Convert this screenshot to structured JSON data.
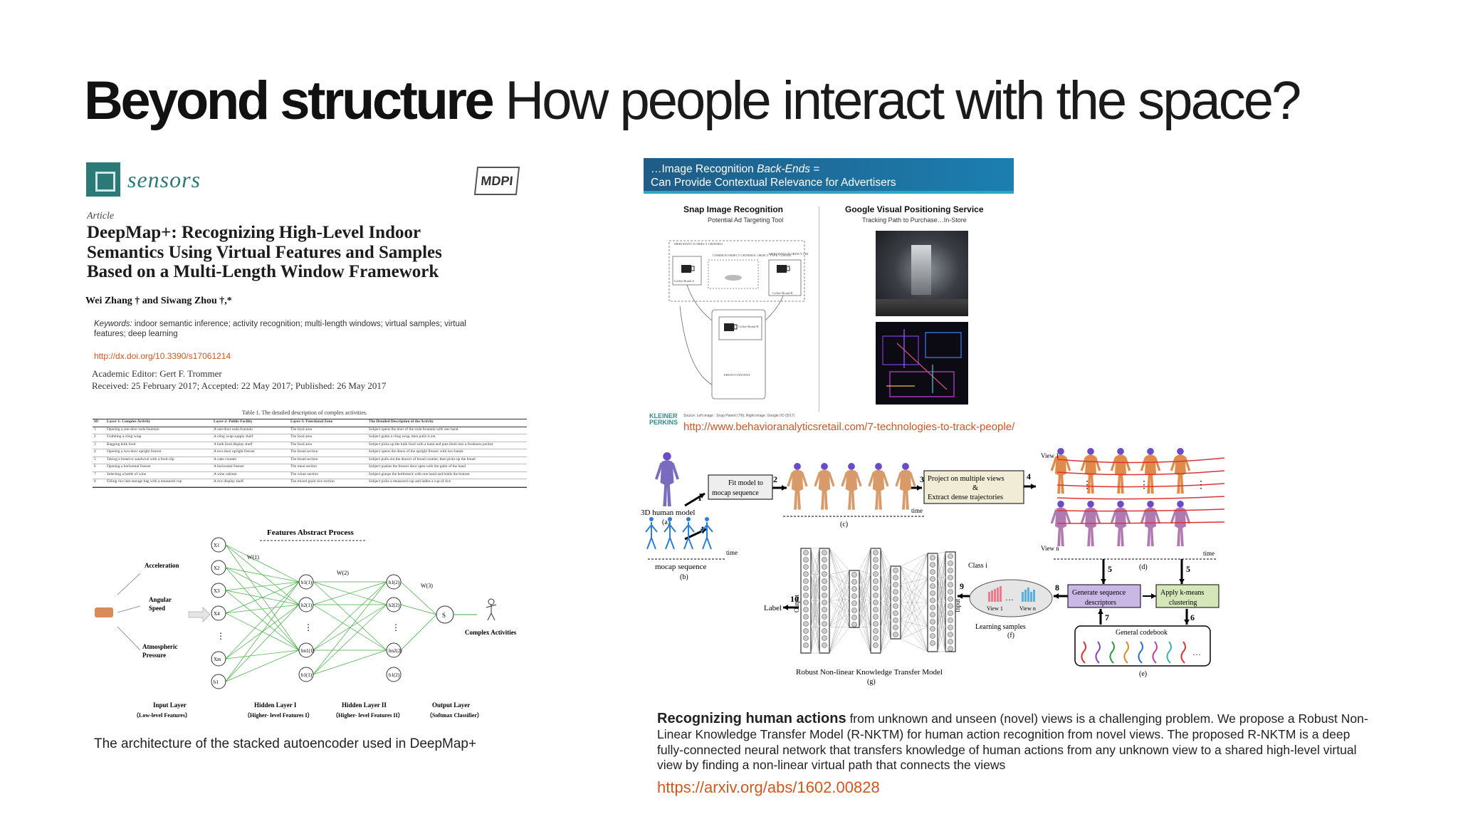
{
  "slide": {
    "title_bold": "Beyond structure",
    "title_rest": "How people interact with the space?"
  },
  "paper": {
    "journal": "sensors",
    "publisher": "MDPI",
    "article_type": "Article",
    "title": "DeepMap+: Recognizing High-Level Indoor Semantics Using Virtual Features and Samples Based on a Multi-Length Window Framework",
    "authors": "Wei Zhang † and Siwang Zhou †,*",
    "keywords_label": "Keywords:",
    "keywords": "indoor semantic inference; activity recognition; multi-length windows; virtual samples; virtual features; deep learning",
    "doi": "http://dx.doi.org/10.3390/s17061214",
    "editor": "Academic Editor: Gert F. Trommer",
    "received": "Received: 25 February 2017; Accepted: 22 May 2017; Published: 26 May 2017",
    "table_caption": "Table 1. The detailed description of complex activities.",
    "table_head": [
      "ID",
      "Layer-1: Complex Activity",
      "Layer-2: Public Facility",
      "Layer-3: Functional Zone",
      "The Detailed Description of the Activity"
    ],
    "table_rows": [
      [
        "1",
        "Opening a one-door soda fountain",
        "A one-door soda fountain",
        "The food area",
        "Subject opens the door of the soda fountain with one hand"
      ],
      [
        "2",
        "Grabbing a cling wrap",
        "A cling wrap supply shelf",
        "The food area",
        "Subject grabs a cling wrap, then pulls it out"
      ],
      [
        "3",
        "Bagging bulk food",
        "A bulk food display shelf",
        "The food area",
        "Subject picks up the bulk food with a hand and puts them into a freshness pocket"
      ],
      [
        "4",
        "Opening a two-door upright freezer",
        "A two-door upright freezer",
        "The bread section",
        "Subject opens the doors of the upright freezer with two hands"
      ],
      [
        "5",
        "Taking a bread or sandwich with a food clip",
        "A cake counter",
        "The bread section",
        "Subject pulls out the drawer of bread counter, then picks up the bread"
      ],
      [
        "6",
        "Opening a horizontal freezer",
        "A horizontal freezer",
        "The meat section",
        "Subject pushes the freezer door open with the palm of the hand"
      ],
      [
        "7",
        "Selecting a bottle of wine",
        "A wine cabinet",
        "The wines section",
        "Subject grasps the bottleneck with one hand and holds the bottom"
      ],
      [
        "8",
        "Filling rice into storage bag with a measured cup",
        "A rice display shelf",
        "The mixed grain rice section",
        "Subject picks a measured cup and ladles a cup of rice"
      ]
    ],
    "nn": {
      "section_label": "Features Abstract Process",
      "inputs": [
        "Acceleration",
        "Angular Speed",
        "Atmospheric Pressure"
      ],
      "output": "Complex Activities",
      "input_nodes": [
        "X1",
        "X2",
        "X3",
        "X4",
        "⋮",
        "Xm",
        "b1"
      ],
      "h1_nodes": [
        "h1(1)",
        "h2(1)",
        "⋮",
        "hn1(1)",
        "b1(1)"
      ],
      "h2_nodes": [
        "h1(2)",
        "h2(2)",
        "⋮",
        "hn2(2)",
        "b1(2)"
      ],
      "weights": [
        "W(1)",
        "W(2)",
        "W(3)"
      ],
      "softmax_node": "S",
      "layer_names": [
        "Input Layer",
        "Hidden Layer I",
        "Hidden Layer II",
        "Output Layer"
      ],
      "layer_subs": [
        "（Low-level Features）",
        "（Higher- level Features I）",
        "（Higher- level Features II）",
        "（Softmax Classifier）"
      ]
    },
    "caption": "The architecture of the stacked autoencoder used in DeepMap+"
  },
  "retail": {
    "banner_line1_prefix": "…Image Recognition ",
    "banner_line1_italic": "Back-Ends",
    "banner_line1_suffix": " =",
    "banner_line2": "Can Provide Contextual Relevance for Advertisers",
    "snap_title": "Snap Image Recognition",
    "snap_sub": "Potential Ad Targeting Tool",
    "gvps_title": "Google Visual Positioning Service",
    "gvps_sub": "Tracking Path to Purchase…In-Store",
    "patent_labels": [
      "MERCHANT A OBJECT CRITERIA",
      "COMMON OBJECT CRITERIA: OBJECT TYPE: COFFEE",
      "MERCHANT B OBJECT CRITERIA",
      "Coffee Brand A",
      "Coffee Brand B",
      "Coffee Brand B",
      "PHOTO CONTENT"
    ],
    "kp_logo": "KLEINER PERKINS",
    "source": "Source: Left image : Snap Patent (7/6), Right image: Google I/O (5/17)",
    "url": "http://www.behavioranalyticsretail.com/7-technologies-to-track-people/"
  },
  "rnktm": {
    "labels": {
      "human_model": "3D human model",
      "a": "(a)",
      "fit_model": "Fit model to mocap sequence",
      "mocap": "mocap sequence",
      "b": "(b)",
      "time": "time",
      "c": "(c)",
      "project": "Project on multiple views & Extract dense trajectories",
      "view1": "View 1",
      "viewn": "View n",
      "d": "(d)",
      "generate": "Generate sequence descriptors",
      "kmeans": "Apply k-means clustering",
      "codebook": "General codebook",
      "e": "(e)",
      "class_i": "Class i",
      "learning": "Learning samples",
      "f": "(f)",
      "label": "Label",
      "output": "Output",
      "input": "Input",
      "model": "Robust Non-linear Knowledge Transfer Model",
      "g": "(g)",
      "view1_small": "View 1",
      "viewn_small": "View n"
    },
    "steps": [
      "1",
      "1",
      "2",
      "3",
      "4",
      "5",
      "5",
      "6",
      "7",
      "8",
      "9",
      "10"
    ],
    "desc_bold": "Recognizing human actions",
    "desc_rest": " from unknown and unseen (novel) views is a challenging problem. We propose a Robust Non-Linear Knowledge Transfer Model (R-NKTM) for human action recognition from novel views. The proposed R-NKTM is a deep fully-connected neural network that transfers knowledge of human actions from any unknown view to a shared high-level virtual view by finding a non-linear virtual path that connects the views",
    "arxiv": "https://arxiv.org/abs/1602.00828"
  },
  "colors": {
    "accent_orange": "#d4561c",
    "sensors_teal": "#2b7a78",
    "banner_blue": "#1f5c87",
    "nn_green": "#3fae3f"
  }
}
